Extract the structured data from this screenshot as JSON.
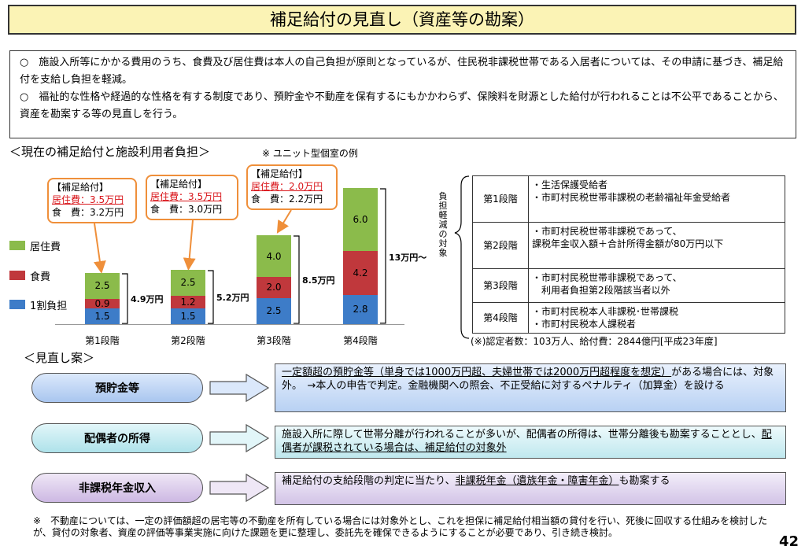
{
  "title": "補足給付の見直し（資産等の勘案）",
  "intro": [
    "○　施設入所等にかかる費用のうち、食費及び居住費は本人の自己負担が原則となっているが、住民税非課税世帯である入居者については、その申請に基づき、補足給付を支給し負担を軽減。",
    "○　福祉的な性格や経過的な性格を有する制度であり、預貯金や不動産を保有するにもかかわらず、保険料を財源とした給付が行われることは不公平であることから、資産を勘案する等の見直しを行う。"
  ],
  "section1": {
    "heading": "＜現在の補足給付と施設利用者負担＞",
    "note": "※ ユニット型個室の例"
  },
  "callouts": [
    {
      "title": "【補足給付】",
      "line1": "居住費：3.5万円",
      "line2": "食　費：3.2万円"
    },
    {
      "title": "【補足給付】",
      "line1": "居住費：3.5万円",
      "line2": "食　費：3.0万円"
    },
    {
      "title": "【補足給付】",
      "line1": "居住費：2.0万円",
      "line2": "食　費：2.2万円"
    }
  ],
  "legend": [
    {
      "name": "居住費",
      "color": "#8bbb4b"
    },
    {
      "name": "食費",
      "color": "#c0383c"
    },
    {
      "name": "1割負担",
      "color": "#3d7cc8"
    }
  ],
  "chart_data": {
    "type": "bar",
    "stacked": true,
    "categories": [
      "第1段階",
      "第2段階",
      "第3段階",
      "第4段階"
    ],
    "series": [
      {
        "name": "1割負担",
        "values": [
          1.5,
          1.5,
          2.5,
          2.8
        ],
        "color": "#3d7cc8"
      },
      {
        "name": "食費",
        "values": [
          0.9,
          1.2,
          2.0,
          4.2
        ],
        "color": "#c0383c"
      },
      {
        "name": "居住費",
        "values": [
          2.5,
          2.5,
          4.0,
          6.0
        ],
        "color": "#8bbb4b"
      }
    ],
    "totals": [
      "4.9万円",
      "5.2万円",
      "8.5万円",
      "13万円～"
    ],
    "ylim": [
      0,
      13
    ]
  },
  "side_label": "負担軽減の対象",
  "tiers": [
    {
      "stage": "第1段階",
      "desc": "・生活保護受給者\n・市町村民税世帯非課税の老齢福祉年金受給者"
    },
    {
      "stage": "第2段階",
      "desc": "・市町村民税世帯非課税であって、\n課税年金収入額＋合計所得金額が80万円以下"
    },
    {
      "stage": "第3段階",
      "desc": "・市町村民税世帯非課税であって、\n　利用者負担第2段階該当者以外"
    },
    {
      "stage": "第4段階",
      "desc": "・市町村民税本人非課税･世帯課税\n・市町村民税本人課税者"
    }
  ],
  "tier_note": "(※)認定者数：103万人、給付費：2844億円[平成23年度]",
  "section2": {
    "heading": "＜見直し案＞"
  },
  "proposals": [
    {
      "label": "預貯金等",
      "text_u": "一定額超の預貯金等（単身では1000万円超、夫婦世帯では2000万円超程度を想定）",
      "text": "がある場合には、対象外。　→本人の申告で判定。金融機関への照会、不正受給に対するペナルティ（加算金）を設ける"
    },
    {
      "label": "配偶者の所得",
      "text": "施設入所に際して世帯分離が行われることが多いが、配偶者の所得は、世帯分離後も勘案することとし、",
      "text_u": "配偶者が課税されている場合は、補足給付の対象外"
    },
    {
      "label": "非課税年金収入",
      "text": "補足給付の支給段階の判定に当たり、",
      "text_u": "非課税年金（遺族年金・障害年金）",
      "text2": "も勘案する"
    }
  ],
  "footnote": "※　不動産については、一定の評価額超の居宅等の不動産を所有している場合には対象外とし、これを担保に補足給付相当額の貸付を行い、死後に回収する仕組みを検討したが、貸付の対象者、資産の評価等事業実施に向けた課題を更に整理し、委託先を確保できるようにすることが必要であり、引き続き検討。",
  "page_number": "42"
}
